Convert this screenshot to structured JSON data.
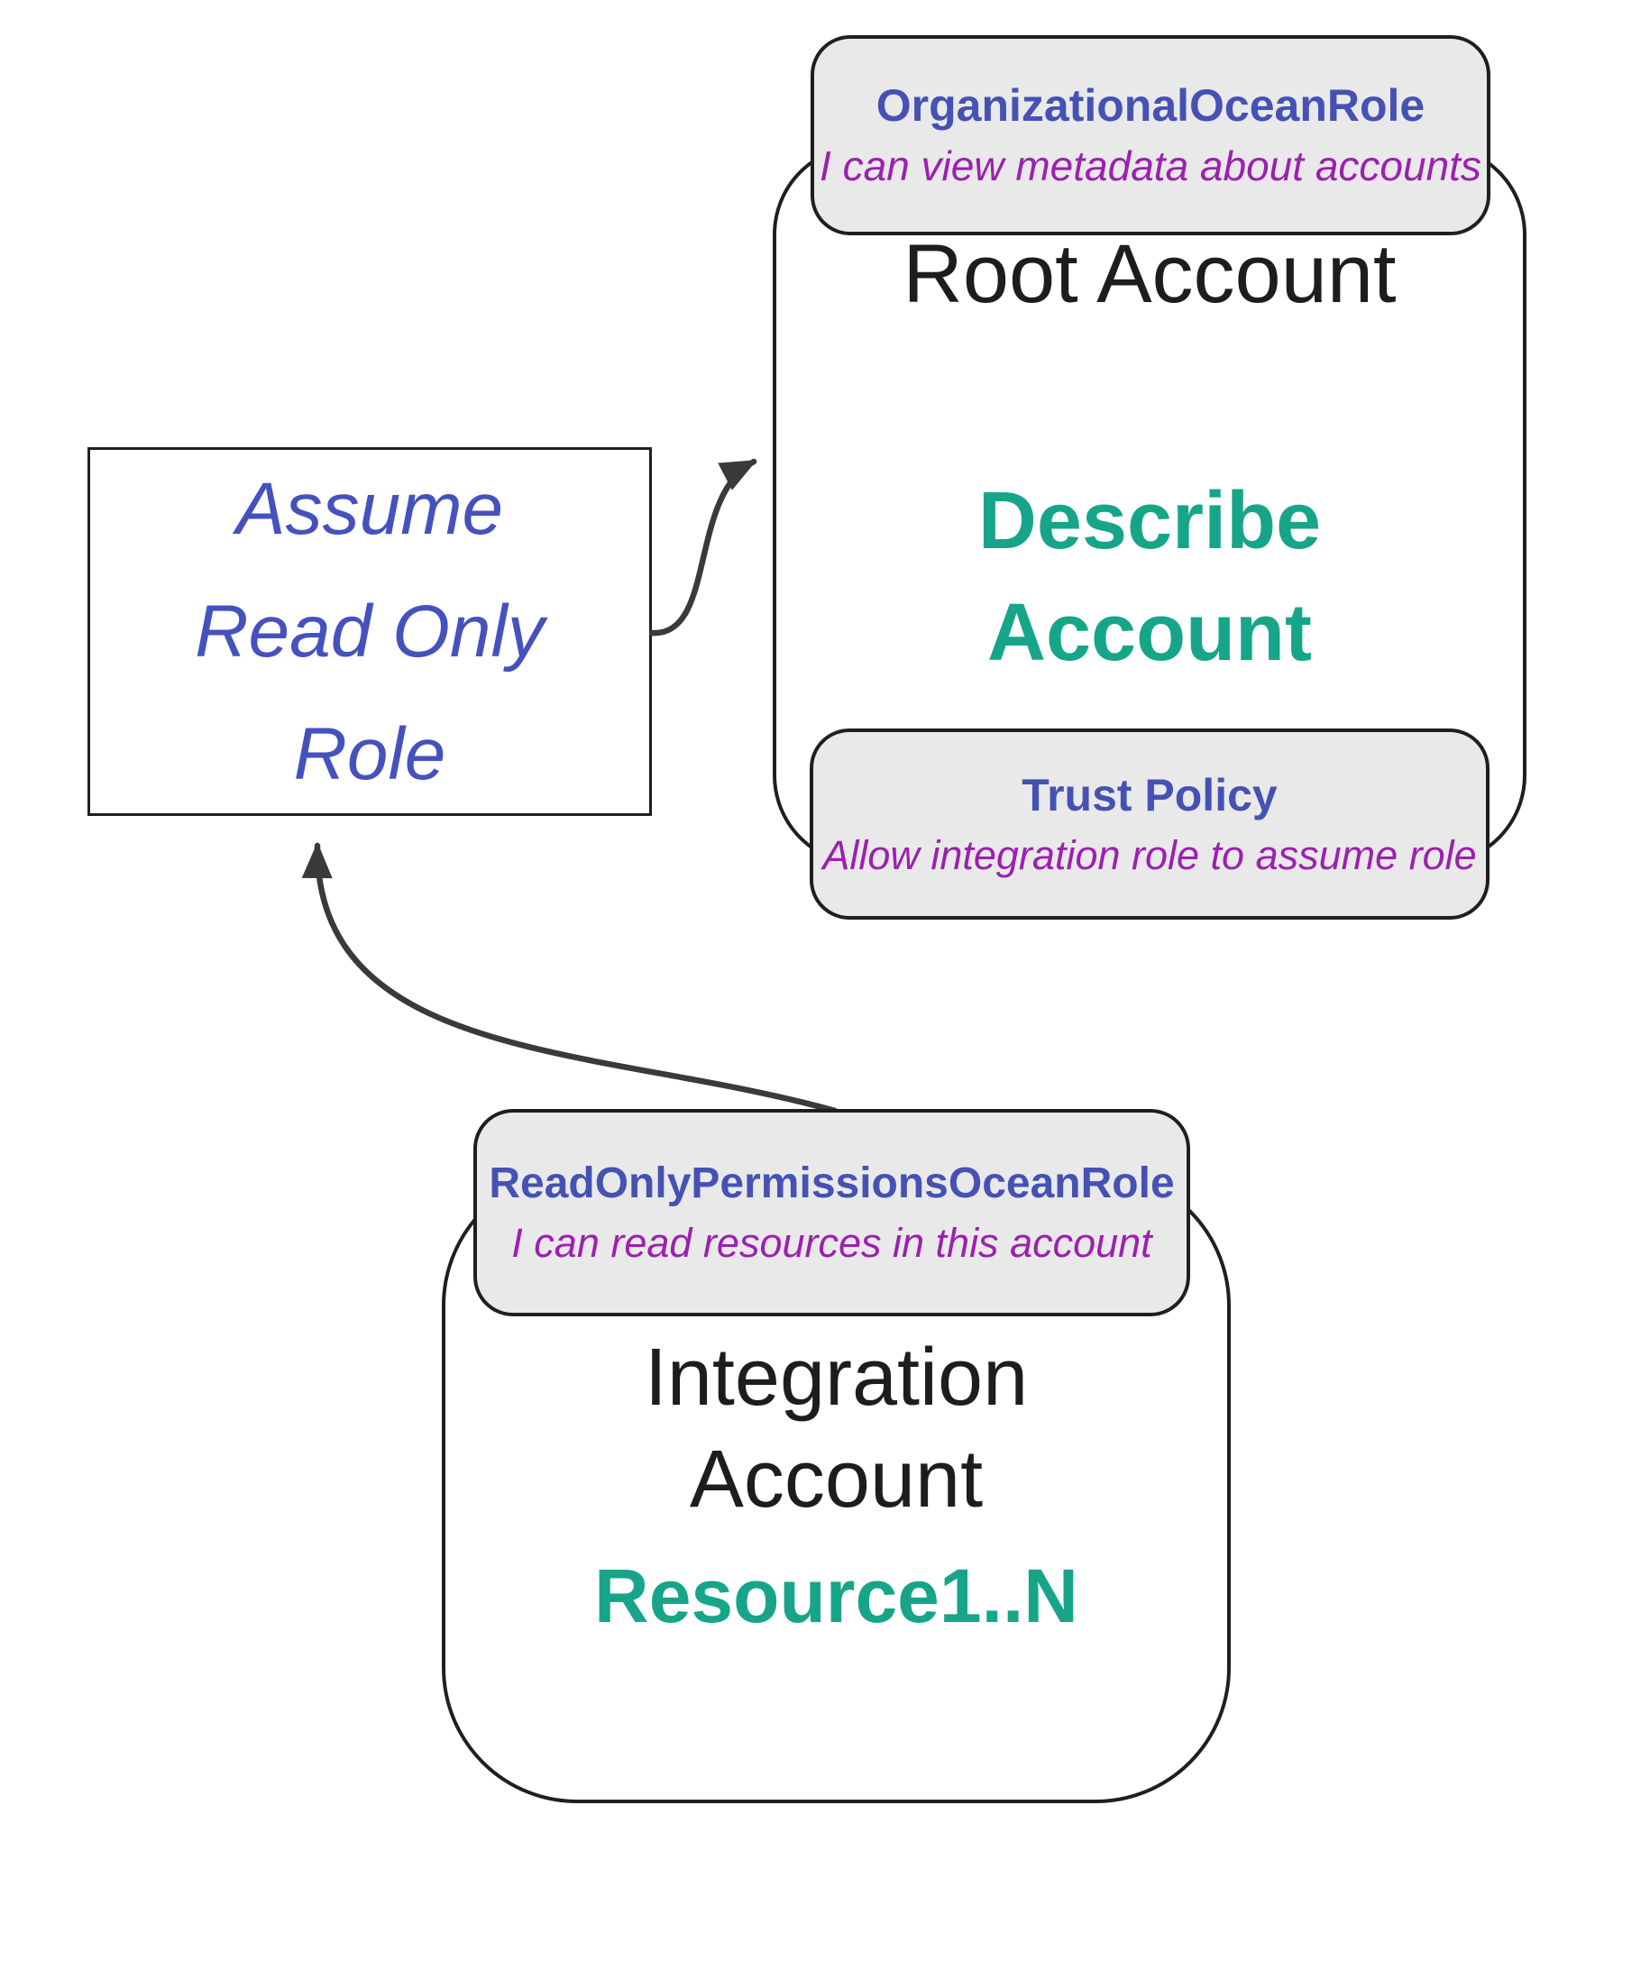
{
  "diagram": {
    "assume_box": {
      "line1": "Assume",
      "line2": "Read Only",
      "line3": "Role"
    },
    "root_account": {
      "title": "Root Account",
      "action_line1": "Describe",
      "action_line2": "Account",
      "top_badge": {
        "title": "OrganizationalOceanRole",
        "subtitle": "I can view metadata about accounts"
      },
      "bottom_badge": {
        "title": "Trust Policy",
        "subtitle": "Allow integration role to assume role"
      }
    },
    "integration_account": {
      "title_line1": "Integration",
      "title_line2": "Account",
      "resource_label": "Resource1..N",
      "badge": {
        "title": "ReadOnlyPermissionsOceanRole",
        "subtitle": "I can read resources in this account"
      }
    },
    "arrows": {
      "assume_to_root": "assume role request into Root Account",
      "integration_to_assume": "integration role assumes read only role"
    },
    "colors": {
      "role_blue": "#4552b4",
      "policy_purple": "#9c20b0",
      "action_teal": "#17a589",
      "badge_background": "#e9e9e9",
      "outline_dark": "#1f1f1f",
      "arrow_gray": "#3a3a3a"
    }
  }
}
